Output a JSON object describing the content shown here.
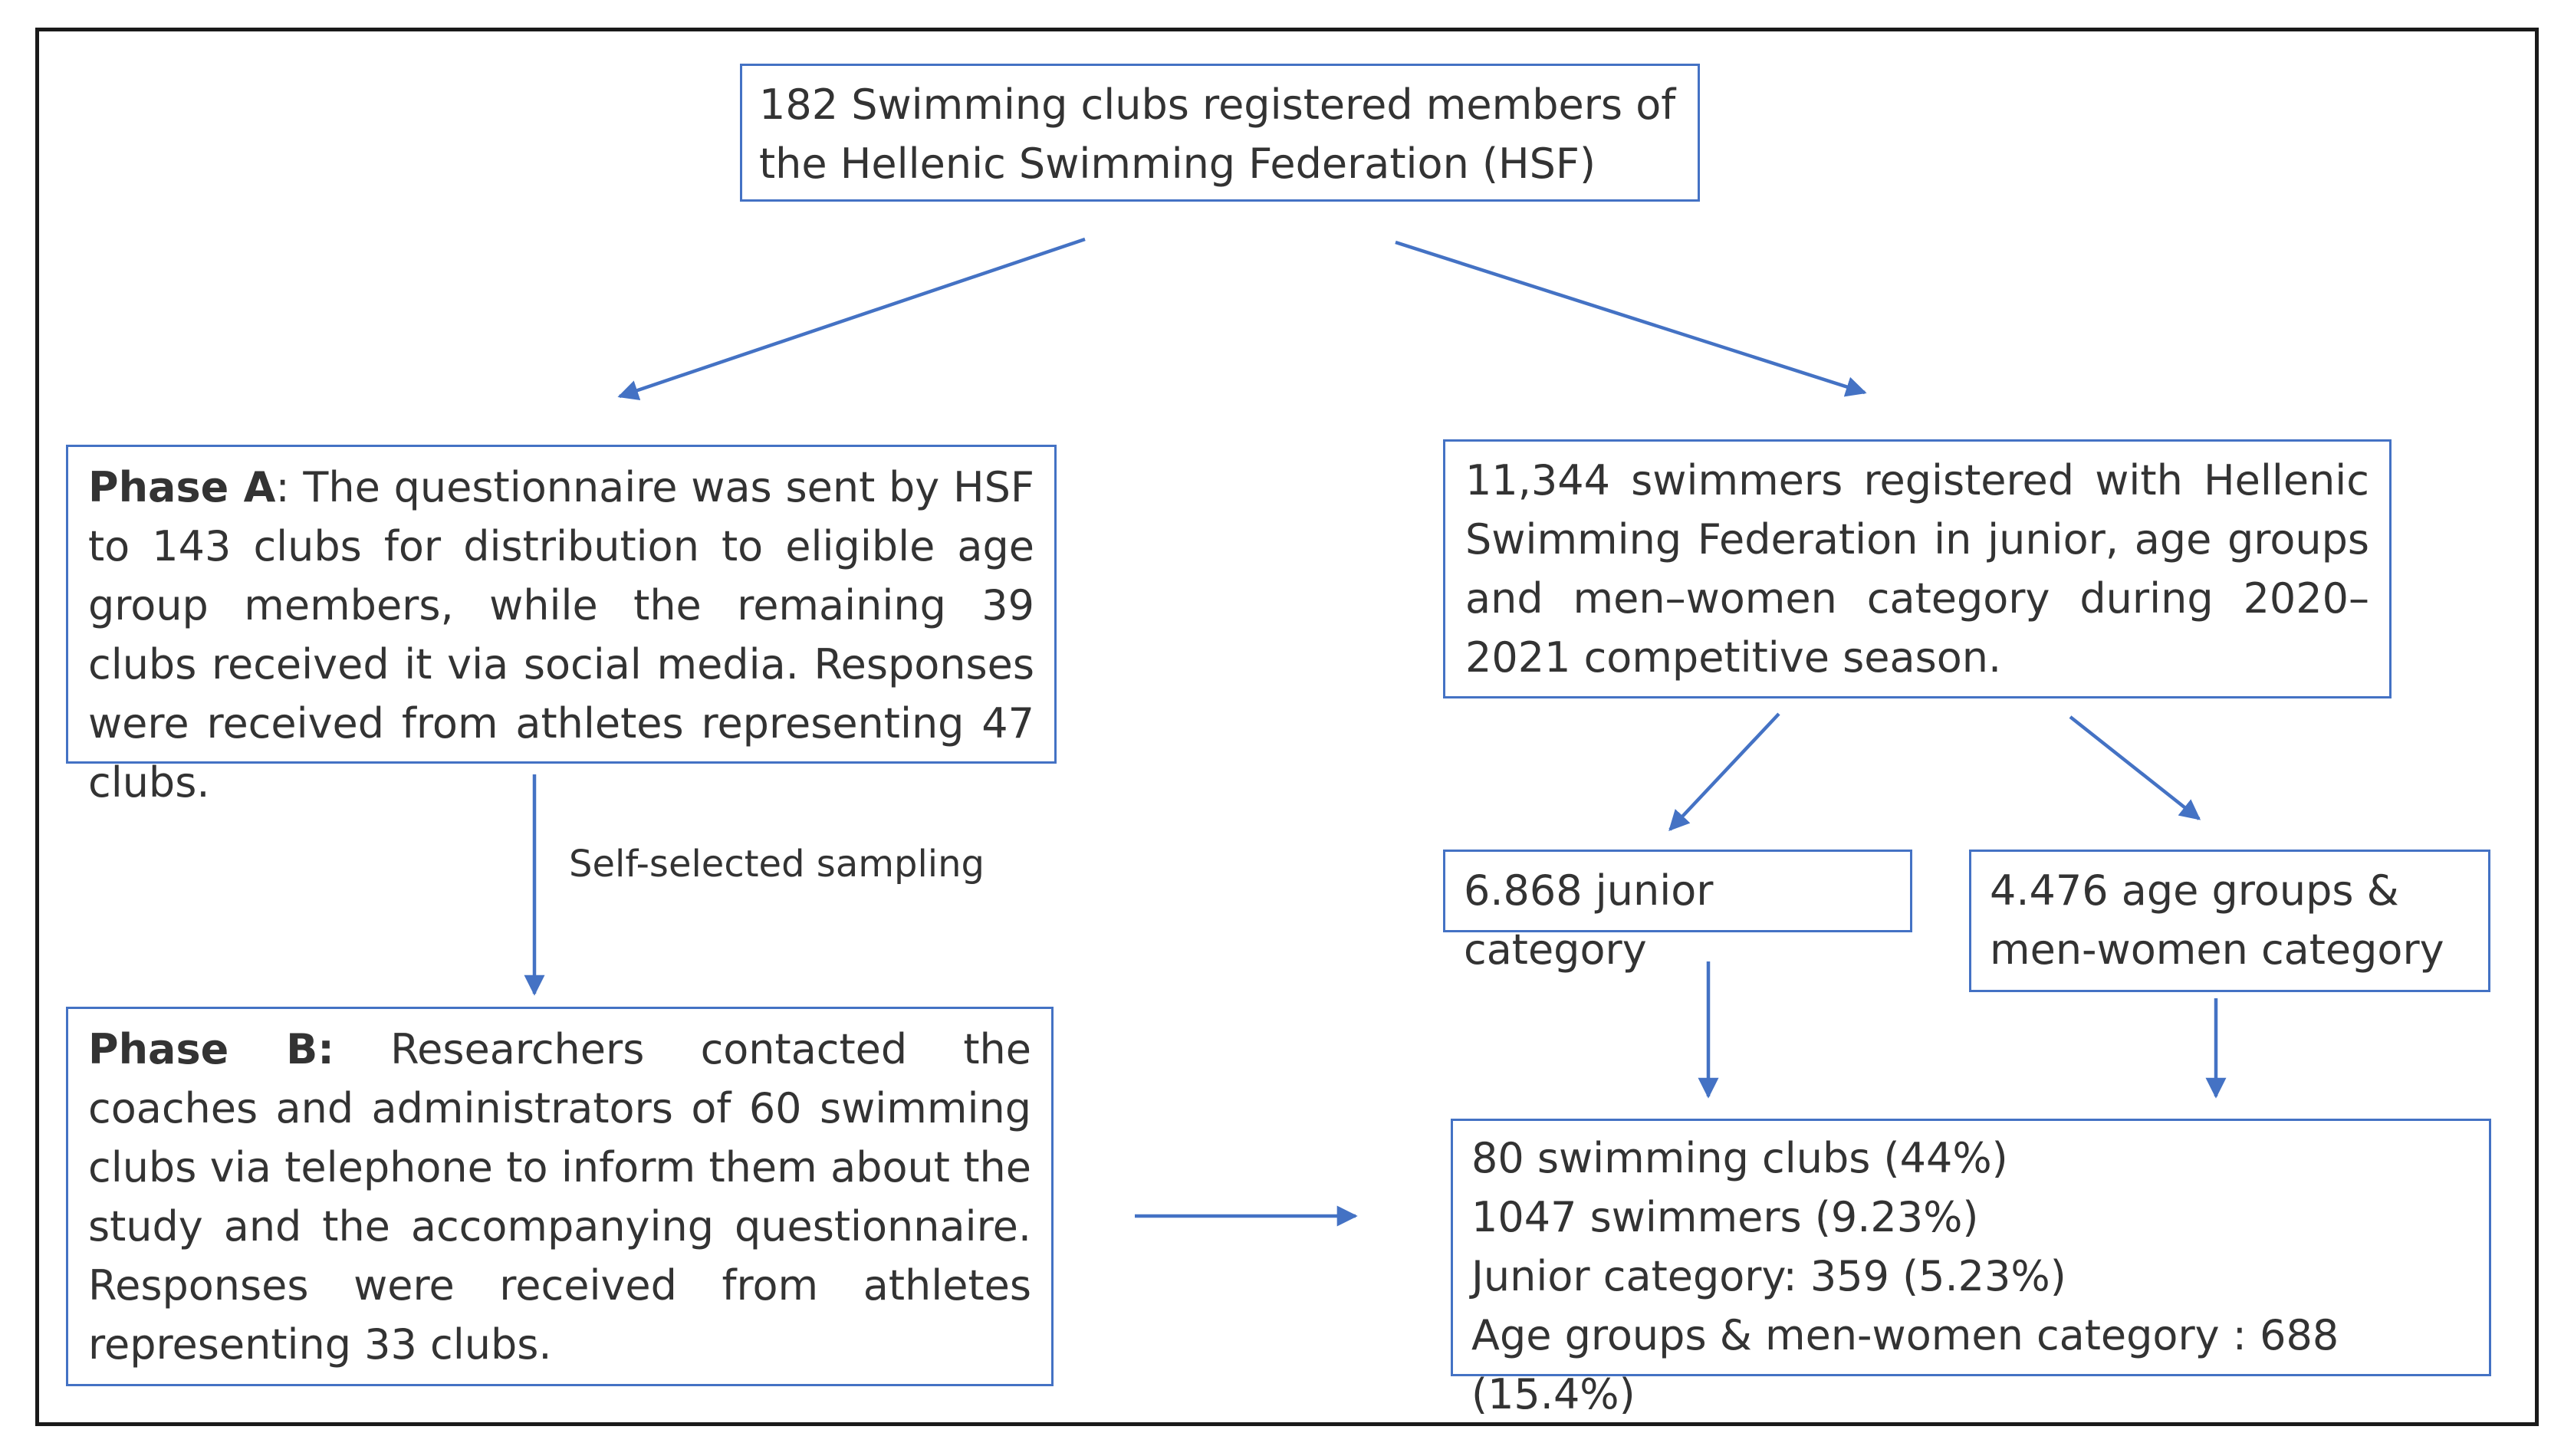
{
  "top_box": {
    "line1": "182 Swimming clubs registered members of",
    "line2": "the Hellenic Swimming Federation (HSF)"
  },
  "phase_a": {
    "heading": "Phase A",
    "text": ": The questionnaire was sent by HSF to 143 clubs for distribution to eligible age group members, while the remaining 39 clubs received it via social media. Responses were received from athletes representing 47 clubs."
  },
  "sampling_label": "Self-selected sampling",
  "phase_b": {
    "heading": "Phase B:",
    "text": " Researchers contacted the coaches and administrators of 60 swimming clubs via telephone to inform them about the study and the accompanying questionnaire. Responses were received from athletes representing 33 clubs."
  },
  "swimmers_box": {
    "text": "11,344 swimmers registered with Hellenic Swimming Federation in junior, age groups and men–women category during 2020–2021 competitive season."
  },
  "junior_box": {
    "text": "6.868 junior category"
  },
  "agegroups_box": {
    "line1": "4.476 age groups &",
    "line2": "men-women category"
  },
  "result_box": {
    "line1": "80 swimming clubs (44%)",
    "line2": "1047 swimmers (9.23%)",
    "line3": "Junior category: 359 (5.23%)",
    "line4": "Age groups & men-women category : 688 (15.4%)"
  },
  "colors": {
    "box_border": "#4472c4",
    "arrow": "#4472c4",
    "frame": "#1a1a1a"
  }
}
